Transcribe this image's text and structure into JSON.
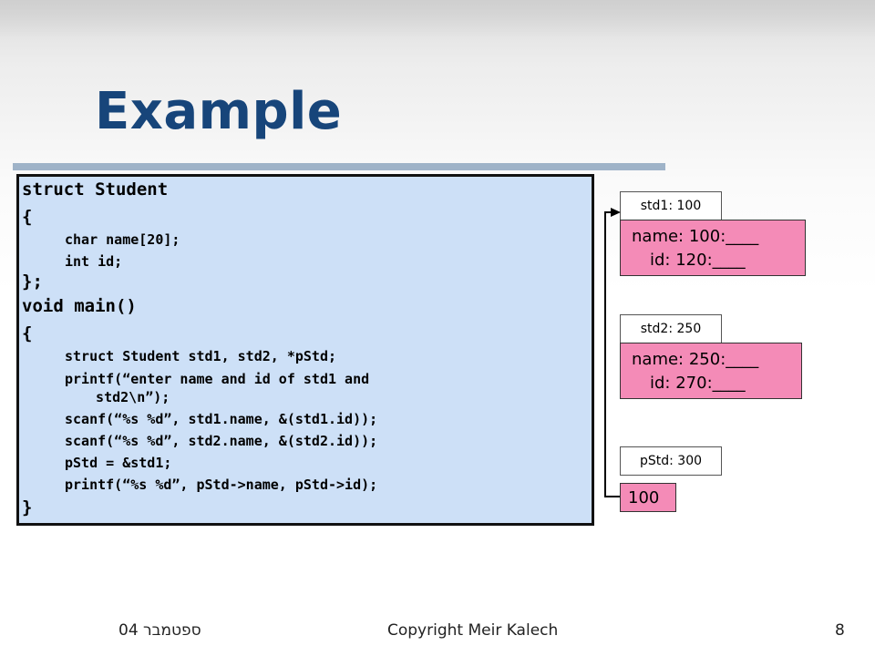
{
  "slide": {
    "title": "Example",
    "page_number": "8"
  },
  "code": {
    "lines": [
      "struct Student",
      "{",
      "char name[20];",
      "int id;",
      "};",
      "void main()",
      "{",
      "struct Student std1, std2, *pStd;",
      "printf(“enter name and id of std1 and",
      "  std2\\n”);",
      "scanf(“%s %d”, std1.name, &(std1.id));",
      "scanf(“%s %d”, std2.name, &(std2.id));",
      "pStd = &std1;",
      "printf(“%s %d”, pStd->name, pStd->id);",
      "}"
    ]
  },
  "memory": {
    "std1": {
      "label": "std1: 100",
      "name_line": "name: 100:____",
      "id_line": "id: 120:____"
    },
    "std2": {
      "label": "std2: 250",
      "name_line": "name: 250:____",
      "id_line": "id: 270:____"
    },
    "pStd": {
      "label": "pStd: 300",
      "value": "100"
    }
  },
  "footer": {
    "date": "ספטמבר 04",
    "copyright": "Copyright Meir Kalech"
  },
  "colors": {
    "title": "#17457a",
    "code_background": "#cde0f7",
    "memory_cell": "#f48bb7",
    "rule": "#9fb3c8"
  }
}
